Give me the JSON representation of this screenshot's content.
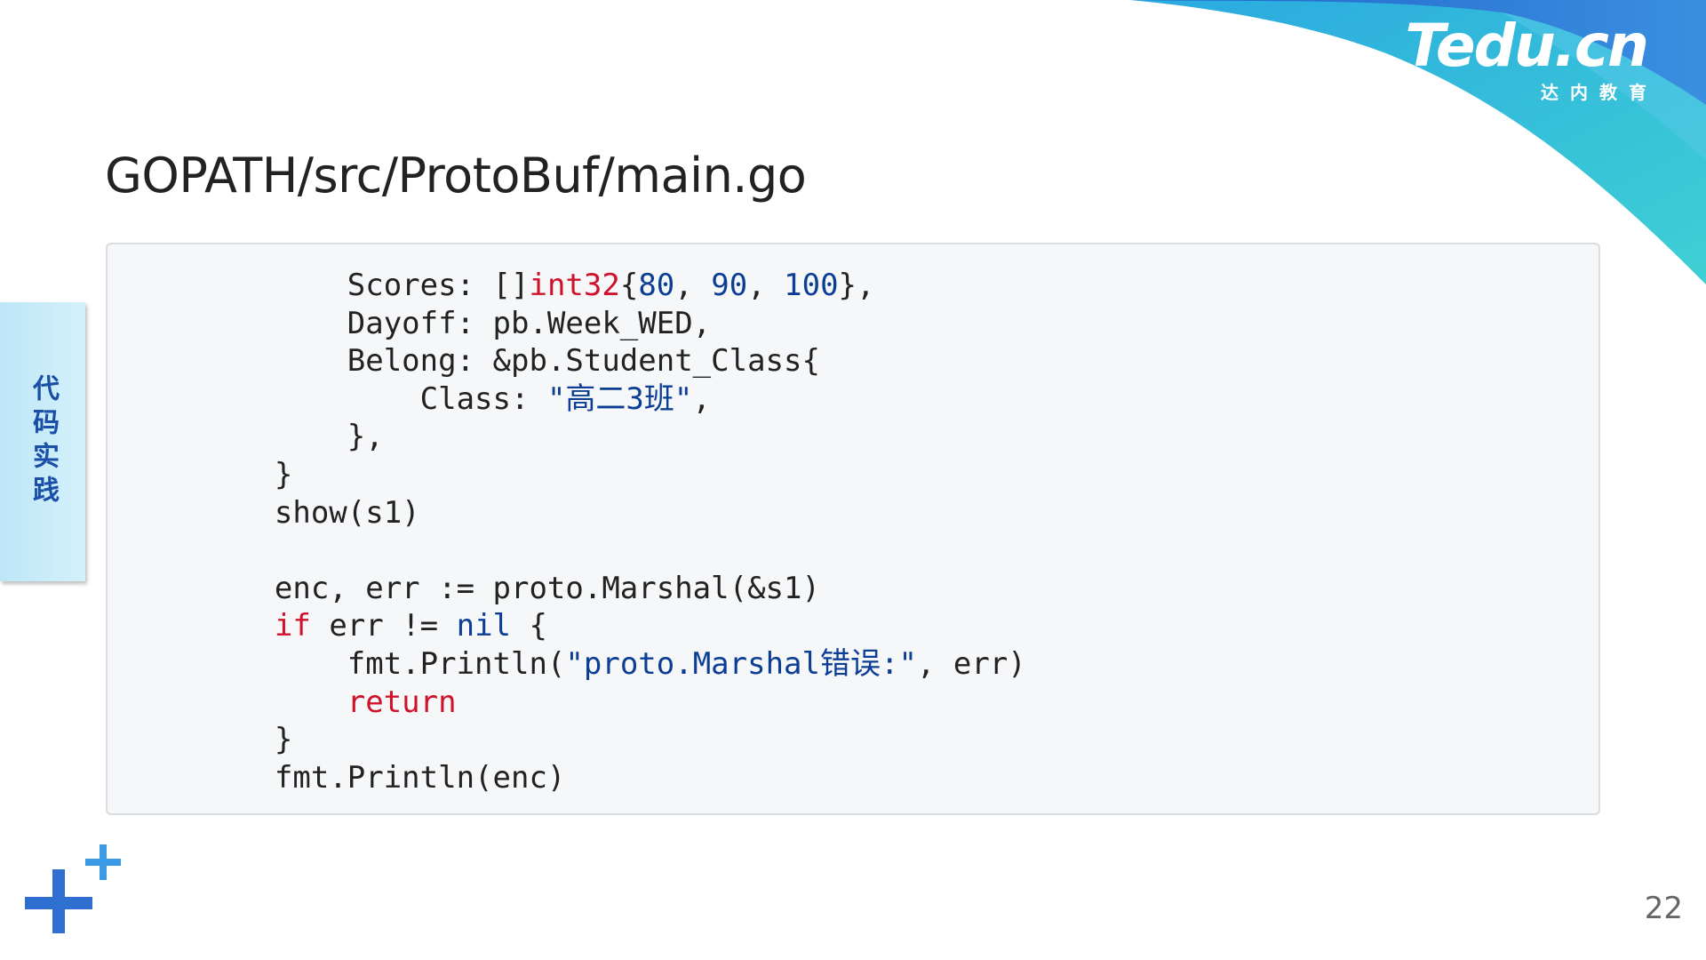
{
  "slide": {
    "title": "GOPATH/src/ProtoBuf/main.go",
    "side_tab": "代码实践",
    "page_number": "22"
  },
  "logo": {
    "main": "Tedu.cn",
    "sub": "达内教育"
  },
  "colors": {
    "keyword": "#d0112b",
    "literal": "#0b3e94",
    "text": "#222222",
    "swoosh_blue": "#2f7fd6",
    "swoosh_teal": "#3cc6d2",
    "accent_plus": "#2f7fd6"
  },
  "code": {
    "lines": [
      [
        {
          "t": "        Scores: []",
          "k": "plain"
        },
        {
          "t": "int32",
          "k": "keyword"
        },
        {
          "t": "{",
          "k": "plain"
        },
        {
          "t": "80",
          "k": "number"
        },
        {
          "t": ", ",
          "k": "plain"
        },
        {
          "t": "90",
          "k": "number"
        },
        {
          "t": ", ",
          "k": "plain"
        },
        {
          "t": "100",
          "k": "number"
        },
        {
          "t": "},",
          "k": "plain"
        }
      ],
      [
        {
          "t": "        Dayoff: pb.Week_WED,",
          "k": "plain"
        }
      ],
      [
        {
          "t": "        Belong: &pb.Student_Class{",
          "k": "plain"
        }
      ],
      [
        {
          "t": "            Class: ",
          "k": "plain"
        },
        {
          "t": "\"高二3班\"",
          "k": "string"
        },
        {
          "t": ",",
          "k": "plain"
        }
      ],
      [
        {
          "t": "        },",
          "k": "plain"
        }
      ],
      [
        {
          "t": "    }",
          "k": "plain"
        }
      ],
      [
        {
          "t": "    show(s1)",
          "k": "plain"
        }
      ],
      [],
      [
        {
          "t": "    enc, err := proto.Marshal(&s1)",
          "k": "plain"
        }
      ],
      [
        {
          "t": "    ",
          "k": "plain"
        },
        {
          "t": "if",
          "k": "keyword"
        },
        {
          "t": " err != ",
          "k": "plain"
        },
        {
          "t": "nil",
          "k": "number"
        },
        {
          "t": " {",
          "k": "plain"
        }
      ],
      [
        {
          "t": "        fmt.Println(",
          "k": "plain"
        },
        {
          "t": "\"proto.Marshal错误:\"",
          "k": "string"
        },
        {
          "t": ", err)",
          "k": "plain"
        }
      ],
      [
        {
          "t": "        ",
          "k": "plain"
        },
        {
          "t": "return",
          "k": "keyword"
        }
      ],
      [
        {
          "t": "    }",
          "k": "plain"
        }
      ],
      [
        {
          "t": "    fmt.Println(enc)",
          "k": "plain"
        }
      ]
    ]
  }
}
